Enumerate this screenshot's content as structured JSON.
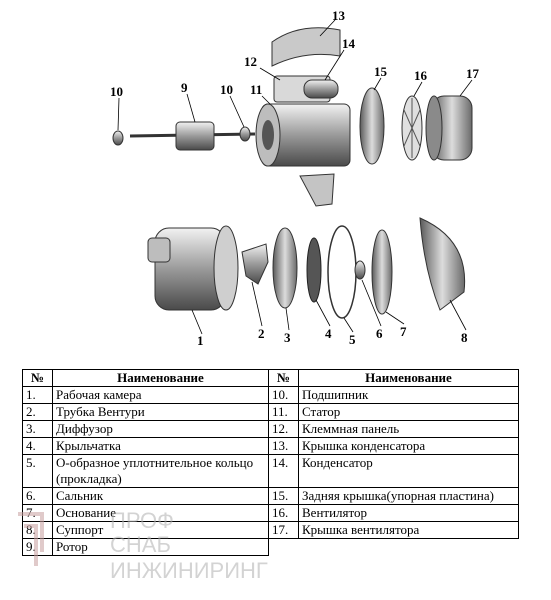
{
  "diagram": {
    "callouts": [
      "1",
      "2",
      "3",
      "4",
      "5",
      "6",
      "7",
      "8",
      "9",
      "10",
      "10",
      "11",
      "12",
      "13",
      "14",
      "15",
      "16",
      "17"
    ]
  },
  "table": {
    "headers": [
      "№",
      "Наименование",
      "№",
      "Наименование"
    ],
    "left_rows": [
      {
        "num": "1.",
        "name": "Рабочая камера"
      },
      {
        "num": "2.",
        "name": "Трубка Вентури"
      },
      {
        "num": "3.",
        "name": "Диффузор"
      },
      {
        "num": "4.",
        "name": "Крыльчатка"
      },
      {
        "num": "5.",
        "name": "О-образное уплотнительное кольцо (прокладка)"
      },
      {
        "num": "6.",
        "name": "Сальник"
      },
      {
        "num": "7.",
        "name": "Основание"
      },
      {
        "num": "8.",
        "name": "Суппорт"
      },
      {
        "num": "9.",
        "name": "Ротор"
      }
    ],
    "right_rows": [
      {
        "num": "10.",
        "name": "Подшипник"
      },
      {
        "num": "11.",
        "name": "Статор"
      },
      {
        "num": "12.",
        "name": "Клеммная панель"
      },
      {
        "num": "13.",
        "name": "Крышка конденсатора"
      },
      {
        "num": "14.",
        "name": "Конденсатор"
      },
      {
        "num": "15.",
        "name": "Задняя крышка(упорная пластина)"
      },
      {
        "num": "16.",
        "name": "Вентилятор"
      },
      {
        "num": "17.",
        "name": "Крышка вентилятора"
      }
    ]
  },
  "watermark": {
    "line1": "ПРОФ",
    "line2": "СНАБ",
    "line3": "ИНЖИНИРИНГ"
  }
}
